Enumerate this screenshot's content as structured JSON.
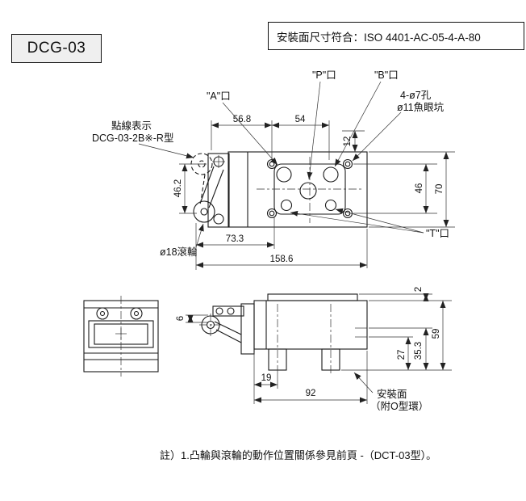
{
  "header": {
    "model": "DCG-03",
    "spec": "安裝面尺寸符合：ISO 4401-AC-05-4-A-80"
  },
  "top_view": {
    "labels": {
      "port_a": "\"A\"口",
      "port_p": "\"P\"口",
      "port_b": "\"B\"口",
      "port_t": "\"T\"口",
      "holes_1": "4-ø7孔",
      "holes_2": "ø11魚眼坑",
      "dotted_1": "點線表示",
      "dotted_2": "DCG-03-2B※-R型",
      "roller": "ø18滾輪"
    },
    "dims": {
      "w_left": "56.8",
      "w_mid": "54",
      "h_top": "12",
      "h_holes": "46",
      "h_body": "70",
      "h_lever": "46.2",
      "w_roller": "73.3",
      "w_total": "158.6"
    }
  },
  "side_view": {
    "labels": {
      "mount_1": "安裝面",
      "mount_2": "（附O型環）"
    },
    "dims": {
      "step": "2",
      "h_body": "59",
      "h_port": "35.3",
      "h_low": "27",
      "w_offset": "19",
      "w_body": "92",
      "roller_offset": "6"
    }
  },
  "note": "註）1.凸輪與滾輪的動作位置關係參見前頁 -（DCT-03型）。"
}
